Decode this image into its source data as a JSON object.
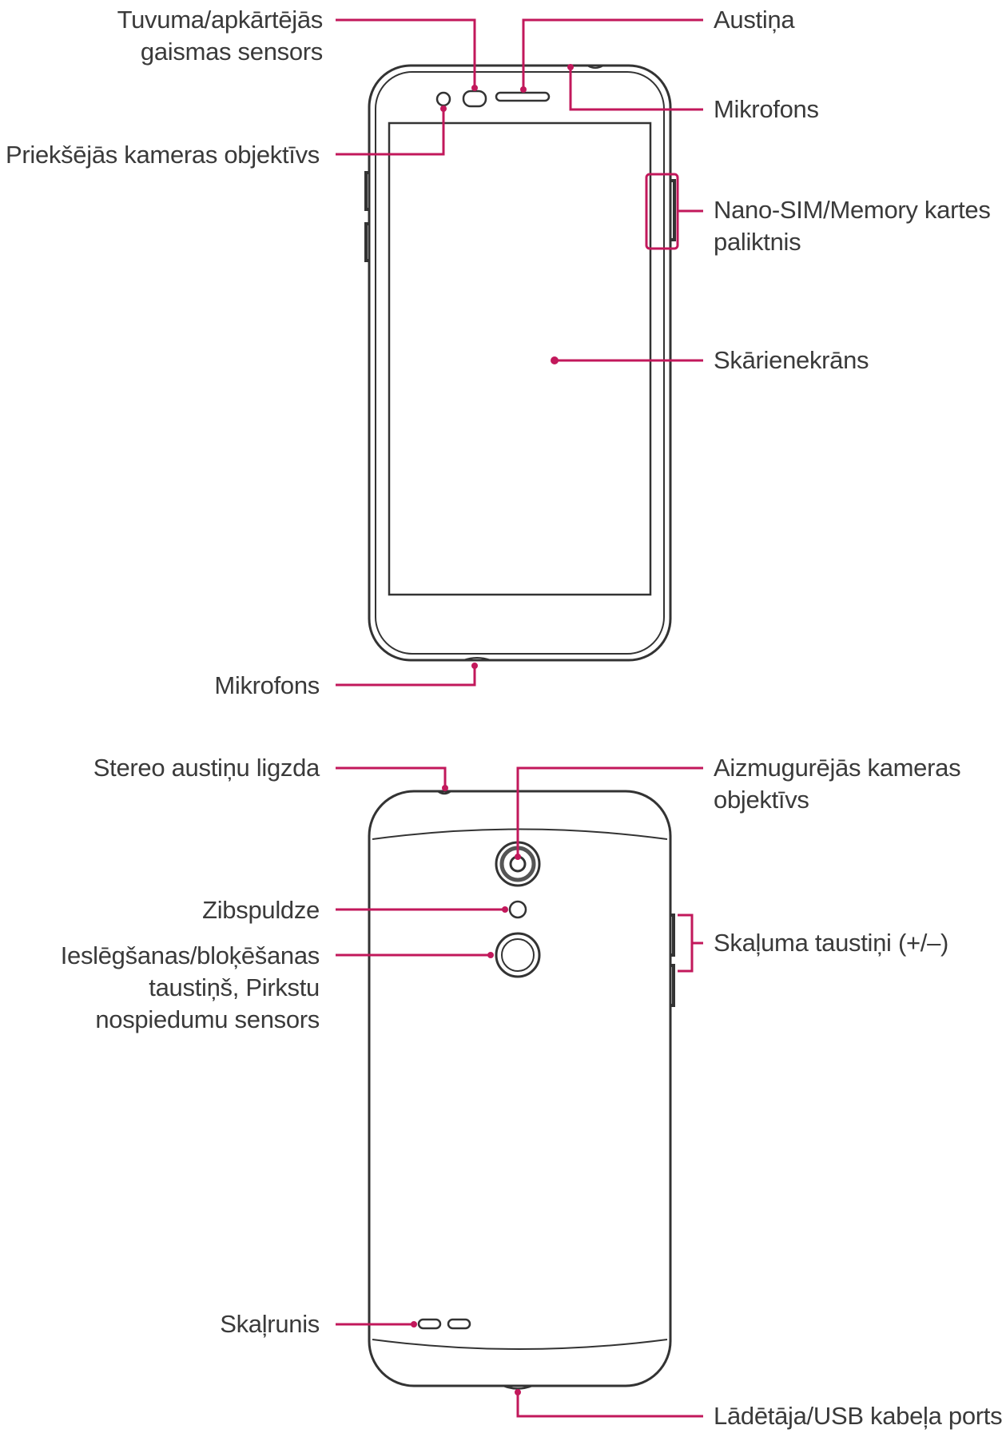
{
  "colors": {
    "callout": "#c2185b",
    "outline": "#333333",
    "text": "#3a3a3a"
  },
  "front_labels": {
    "proximity": {
      "line1": "Tuvuma/apkārtējās",
      "line2": "gaismas sensors"
    },
    "front_camera": "Priekšējās kameras objektīvs",
    "earpiece": "Austiņa",
    "mic_top": "Mikrofons",
    "sim_tray": {
      "line1": "Nano-SIM/Memory kartes",
      "line2": "paliktnis"
    },
    "touchscreen": "Skārienekrāns",
    "mic_bottom": "Mikrofons"
  },
  "back_labels": {
    "headset_jack": "Stereo austiņu ligzda",
    "rear_camera": {
      "line1": "Aizmugurējās kameras",
      "line2": "objektīvs"
    },
    "flash": "Zibspuldze",
    "power_key": {
      "line1": "Ieslēgšanas/bloķēšanas",
      "line2": "taustiņš, Pirkstu",
      "line3": "nospiedumu sensors"
    },
    "volume_keys": "Skaļuma taustiņi (+/–)",
    "speaker": "Skaļrunis",
    "usb_port": "Lādētāja/USB kabeļa ports"
  }
}
